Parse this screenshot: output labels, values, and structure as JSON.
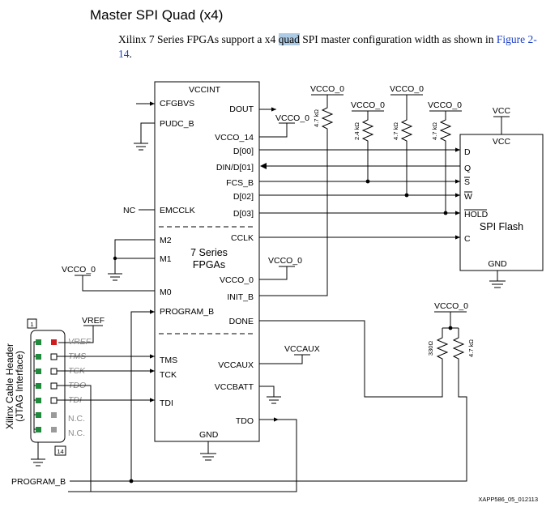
{
  "heading": "Master SPI Quad (x4)",
  "paragraph": {
    "pre": "Xilinx 7 Series FPGAs support a x4 ",
    "highlight": "quad",
    "post": " SPI master configuration width as shown in ",
    "link": "Figure 2-14",
    "end": "."
  },
  "fpga": {
    "title": "7 Series\nFPGAs",
    "title_line1": "7 Series",
    "title_line2": "FPGAs",
    "vccint": "VCCINT",
    "gnd": "GND",
    "pins_left": [
      "CFGBVS",
      "PUDC_B",
      "EMCCLK",
      "M2",
      "M1",
      "M0",
      "PROGRAM_B",
      "TMS",
      "TCK",
      "TDI"
    ],
    "pins_right": [
      "DOUT",
      "VCCO_14",
      "D[00]",
      "DIN/D[01]",
      "FCS_B",
      "D[02]",
      "D[03]",
      "CCLK",
      "VCCO_0",
      "INIT_B",
      "DONE",
      "VCCAUX",
      "VCCBATT",
      "TDO"
    ]
  },
  "flash": {
    "name": "SPI Flash",
    "vcc_top": "VCC",
    "vcc_in": "VCC",
    "gnd": "GND",
    "pins": [
      "D",
      "Q",
      "S",
      "W",
      "HOLD",
      "C"
    ]
  },
  "supplies": {
    "vcco_0": "VCCO_0",
    "vcc": "VCC",
    "vref": "VREF",
    "vccaux": "VCCAUX",
    "nc": "NC"
  },
  "resistors": [
    "4.7 kΩ",
    "2.4 kΩ",
    "4.7 kΩ",
    "4.7 kΩ",
    "330Ω",
    "4.7 kΩ"
  ],
  "jtag": {
    "label_line1": "Xilinx Cable Header",
    "label_line2": "(JTAG Interface)",
    "pin1": "1",
    "pin14": "14",
    "signals": [
      "VREF",
      "TMS",
      "TCK",
      "TDO",
      "TDI",
      "N.C.",
      "N.C."
    ]
  },
  "program_b": "PROGRAM_B",
  "figure_id": "XAPP586_05_012113",
  "colors": {
    "pin_green": "#1f8a3c",
    "pin_red": "#d01c1c",
    "pin_gray": "#9a9a9a",
    "highlight": "#aecbe6",
    "link": "#1a3ec8"
  }
}
